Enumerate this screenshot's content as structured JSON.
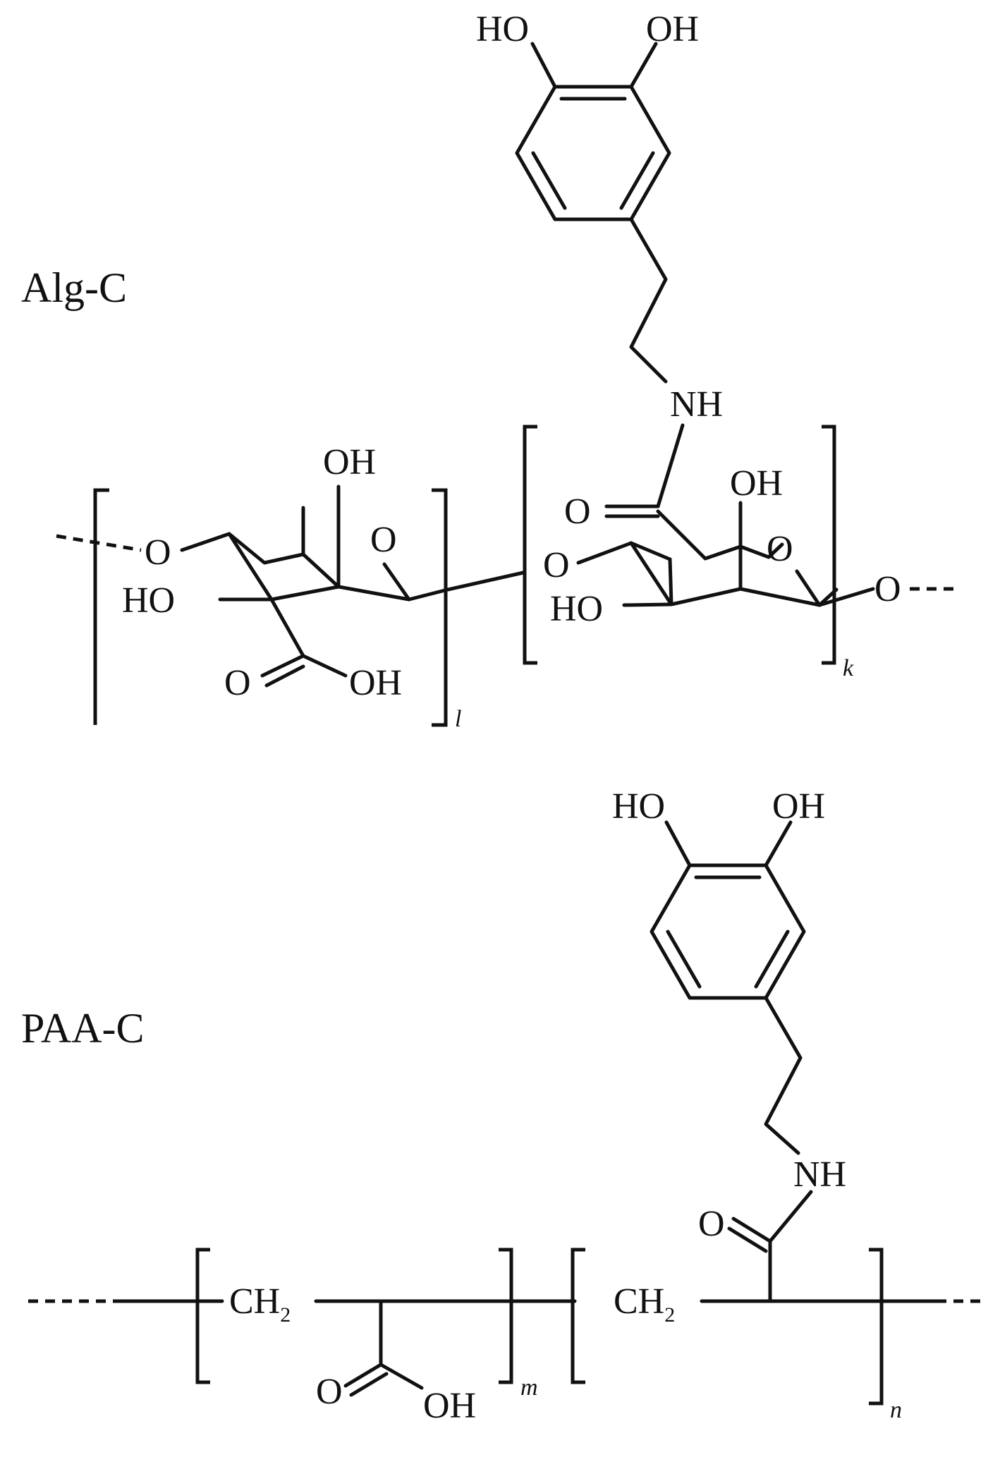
{
  "alg": {
    "name": "Alg-C",
    "ho_top": "HO",
    "oh_top": "OH",
    "nh": "NH",
    "o_carbonyl": "O",
    "oh_ring_right": "OH",
    "o_ring_right": "O",
    "o_link_mid": "O",
    "ho_ring_right": "HO",
    "o_end": "O",
    "k": "k",
    "oh_ring_left": "OH",
    "o_ring_left": "O",
    "o_link_left": "O",
    "ho_ring_left": "HO",
    "o_acid_left": "O",
    "oh_acid_left": "OH",
    "l": "l"
  },
  "paa": {
    "name": "PAA-C",
    "ho_top": "HO",
    "oh_top": "OH",
    "nh": "NH",
    "o_amide": "O",
    "ch_left": "CH",
    "ch_left_sub": "2",
    "ch_right": "CH",
    "ch_right_sub": "2",
    "o_acid": "O",
    "oh_acid": "OH",
    "m": "m",
    "n": "n"
  }
}
